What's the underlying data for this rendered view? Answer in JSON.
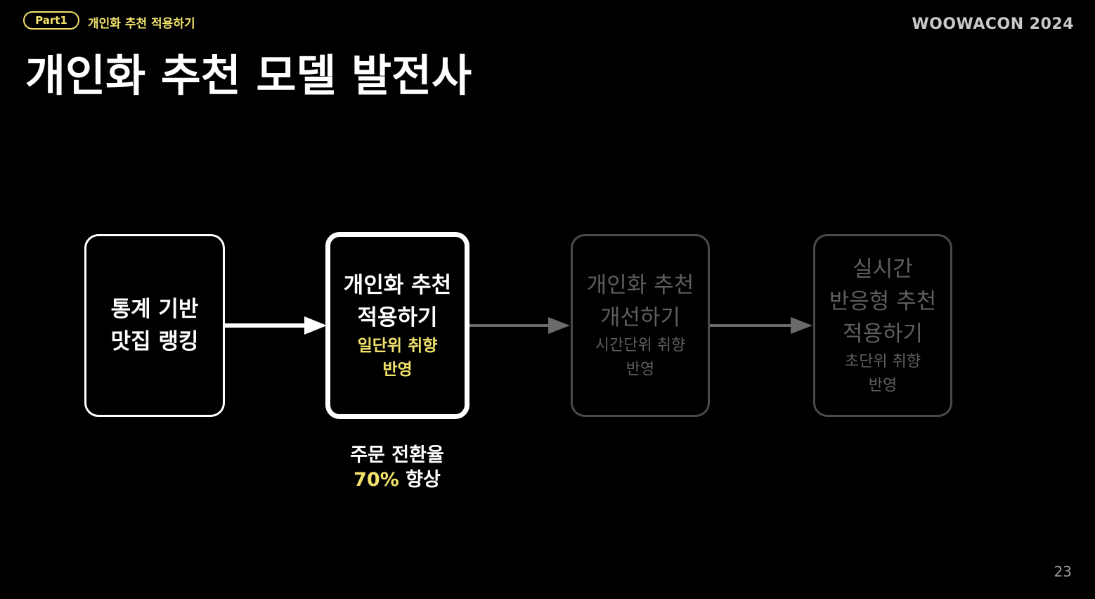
{
  "header": {
    "part_tag": "Part1",
    "section": "개인화 추천 적용하기",
    "brand": "WOOWACON 2024"
  },
  "title": "개인화 추천 모델 발전사",
  "stages": [
    {
      "line1": "통계 기반",
      "line2": "맛집 랭킹",
      "sub1": "",
      "sub2": "",
      "state": "past"
    },
    {
      "line1": "개인화 추천",
      "line2": "적용하기",
      "sub1": "일단위 취향",
      "sub2": "반영",
      "state": "current"
    },
    {
      "line1": "개인화 추천",
      "line2": "개선하기",
      "sub1": "시간단위 취향",
      "sub2": "반영",
      "state": "future"
    },
    {
      "line0": "실시간",
      "line1": "반응형 추천",
      "line2": "적용하기",
      "sub1": "초단위 취향",
      "sub2": "반영",
      "state": "future"
    }
  ],
  "result": {
    "line1": "주문 전환율",
    "highlight": "70%",
    "rest": "향상"
  },
  "page_number": "23",
  "colors": {
    "background": "#000000",
    "accent": "#f2e26b",
    "active": "#ffffff",
    "inactive": "#5e5e5e"
  }
}
